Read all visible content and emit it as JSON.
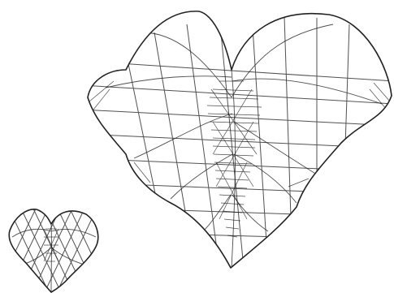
{
  "image": {
    "subject": "line-drawing",
    "background_color": "#ffffff",
    "stroke_color": "#222222",
    "objects": [
      {
        "id": "large-leaf"
      },
      {
        "id": "small-leaf"
      }
    ]
  }
}
